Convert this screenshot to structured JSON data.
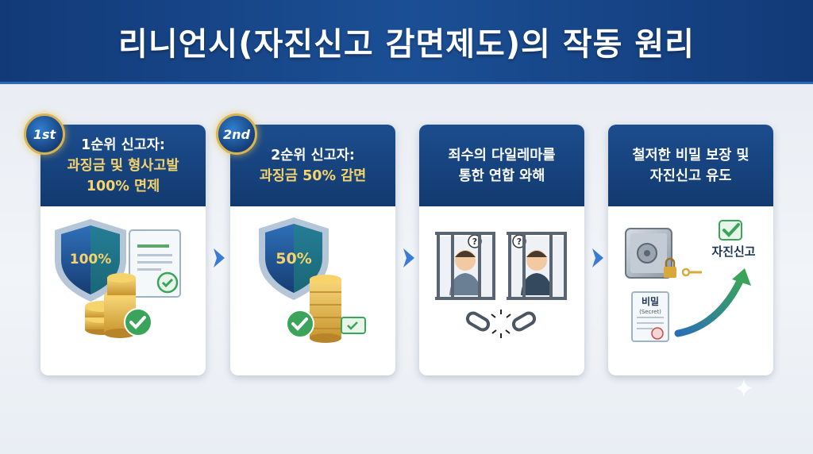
{
  "title": "리니언시(자진신고 감면제도)의 작동 원리",
  "cards": [
    {
      "badge": "1st",
      "lines": [
        "1순위 신고자:",
        "과징금 및 형사고발",
        "100% 면제"
      ],
      "shield_text": "100%"
    },
    {
      "badge": "2nd",
      "lines": [
        "2순위 신고자:",
        "과징금 50% 감면"
      ],
      "shield_text": "50%"
    },
    {
      "lines": [
        "죄수의 다일레마를",
        "통한 연합 와해"
      ]
    },
    {
      "lines": [
        "철저한 비밀 보장 및",
        "자진신고 유도"
      ],
      "doc_title": "비밀",
      "doc_subtitle": "(Secret)",
      "report_label": "자진신고"
    }
  ],
  "colors": {
    "header": "#123a78",
    "card_head": "#1c4d8e",
    "gold": "#f6d36b",
    "check_green": "#3aa55a",
    "arrow": "#3a7bd5"
  }
}
